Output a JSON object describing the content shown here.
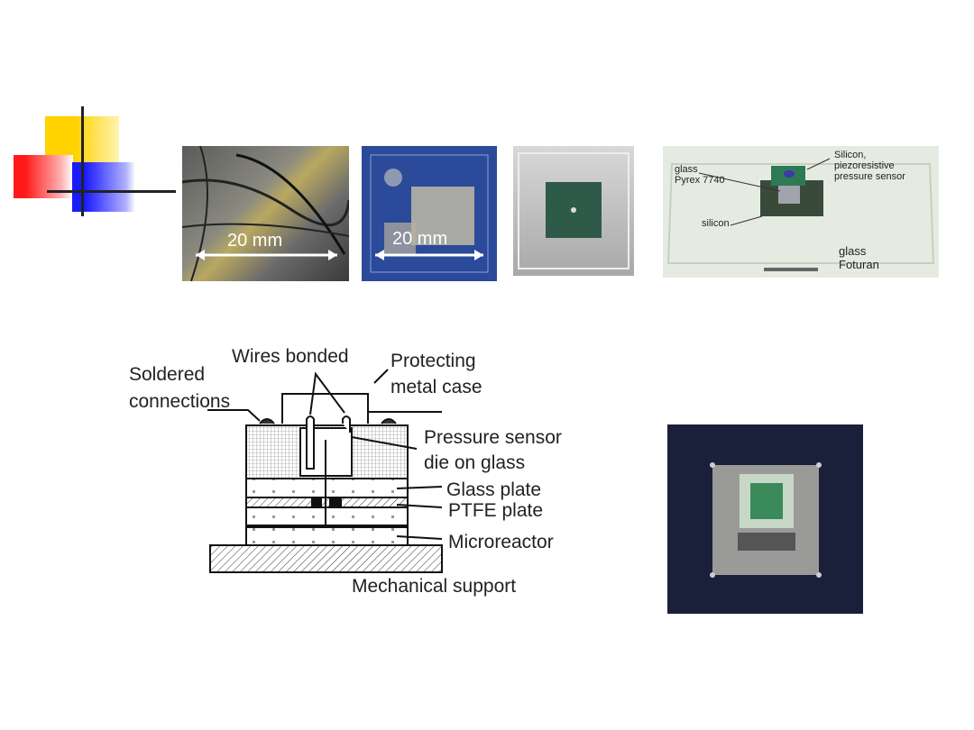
{
  "photos": {
    "cracked_glass": {
      "scale_label": "20 mm"
    },
    "blue_chip": {
      "scale_label": "20 mm"
    },
    "sensor_on_glass": {
      "label_glass_pyrex_1": "glass",
      "label_glass_pyrex_2": "Pyrex 7740",
      "label_sensor_1": "Silicon,",
      "label_sensor_2": "piezoresistive",
      "label_sensor_3": "pressure sensor",
      "label_silicon": "silicon",
      "label_foturan_1": "glass",
      "label_foturan_2": "Foturan"
    }
  },
  "diagram": {
    "wires_bonded": "Wires bonded",
    "protecting_1": "Protecting",
    "protecting_2": "metal case",
    "soldered_1": "Soldered",
    "soldered_2": "connections",
    "pressure_1": "Pressure sensor",
    "pressure_2": "die on glass",
    "glass_plate": "Glass plate",
    "ptfe_plate": "PTFE plate",
    "microreactor": "Microreactor",
    "mechanical_support": "Mechanical support"
  }
}
